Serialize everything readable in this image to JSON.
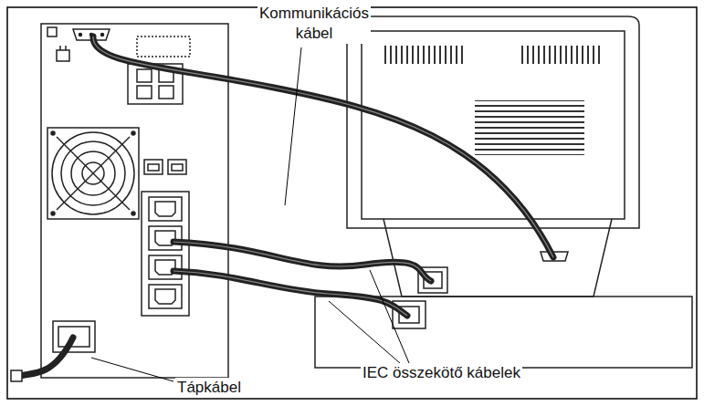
{
  "diagram": {
    "labels": [
      "Kommunikációs kábel",
      "IEC összekötő kábelek",
      "Tápkábel"
    ]
  }
}
